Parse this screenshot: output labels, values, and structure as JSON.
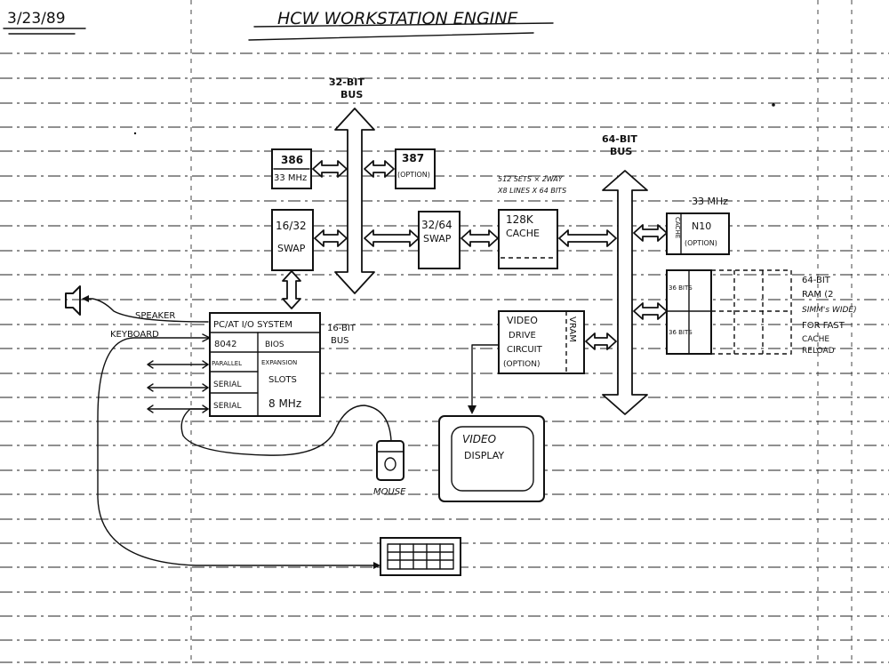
{
  "header": {
    "date": "3/23/89",
    "title": "HCW WORKSTATION ENGINE"
  },
  "buses": {
    "bus32_label_1": "32-BIT",
    "bus32_label_2": "BUS",
    "bus64_label_1": "64-BIT",
    "bus64_label_2": "BUS",
    "bus16_label_1": "16-BIT",
    "bus16_label_2": "BUS"
  },
  "blocks": {
    "cpu386_line1": "386",
    "cpu386_line2": "33 MHz",
    "fpu387_line1": "387",
    "fpu387_line2": "(OPTION)",
    "swap16_line1": "16/32",
    "swap16_line2": "SWAP",
    "swap32_line1": "32/64",
    "swap32_line2": "SWAP",
    "cache_line1": "128K",
    "cache_line2": "CACHE",
    "cache_note_1": "512 SETS × 2WAY",
    "cache_note_2": "X8 LINES X 64 BITS",
    "n10_clock": "33 MHz",
    "n10_cache": "CACHE",
    "n10_line1": "N10",
    "n10_line2": "(OPTION)",
    "ram_cell_1": "36 BITS",
    "ram_cell_2": "36 BITS",
    "ram_note_1": "64-BIT",
    "ram_note_2": "RAM (2",
    "ram_note_3": "SIMM's WIDE)",
    "ram_note_4": "FOR FAST",
    "ram_note_5": "CACHE",
    "ram_note_6": "RELOAD",
    "video_line1": "VIDEO",
    "video_line2": "DRIVE",
    "video_line3": "CIRCUIT",
    "video_line4": "(OPTION)",
    "vram": "VRAM",
    "display_line1": "VIDEO",
    "display_line2": "DISPLAY"
  },
  "io_system": {
    "title": "PC/AT I/O SYSTEM",
    "kbc": "8042",
    "bios": "BIOS",
    "parallel": "PARALLEL",
    "serial_1": "SERIAL",
    "serial_2": "SERIAL",
    "expansion_1": "EXPANSION",
    "expansion_2": "SLOTS",
    "clock": "8 MHz"
  },
  "peripherals": {
    "speaker": "SPEAKER",
    "keyboard": "KEYBOARD",
    "mouse": "MOUSE"
  }
}
